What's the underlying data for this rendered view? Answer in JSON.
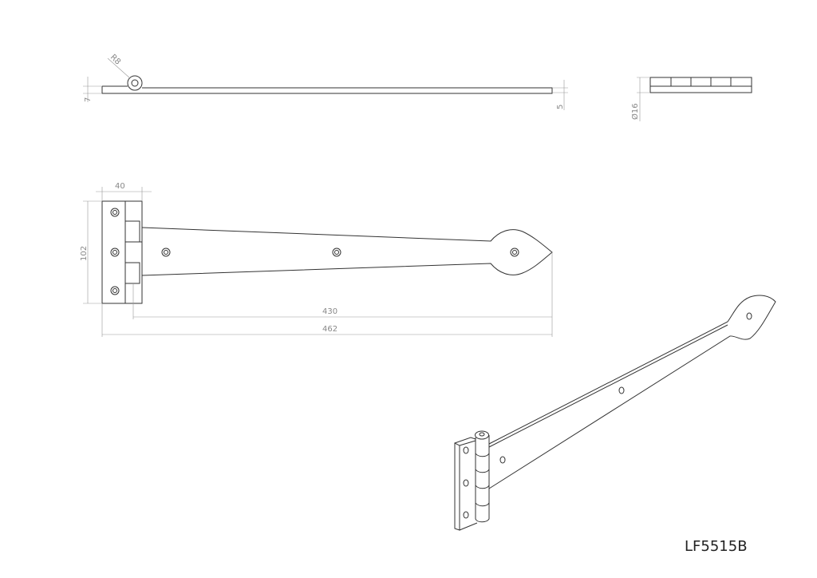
{
  "drawing": {
    "part_code": "LF5515B",
    "side_view": {
      "radius_label": "R8",
      "plate_thickness_label": "7",
      "strap_thickness_label": "5"
    },
    "end_view": {
      "diameter_label": "Ø16"
    },
    "top_view": {
      "plate_width_label": "40",
      "plate_height_label": "102",
      "strap_length_label": "430",
      "overall_length_label": "462"
    }
  }
}
